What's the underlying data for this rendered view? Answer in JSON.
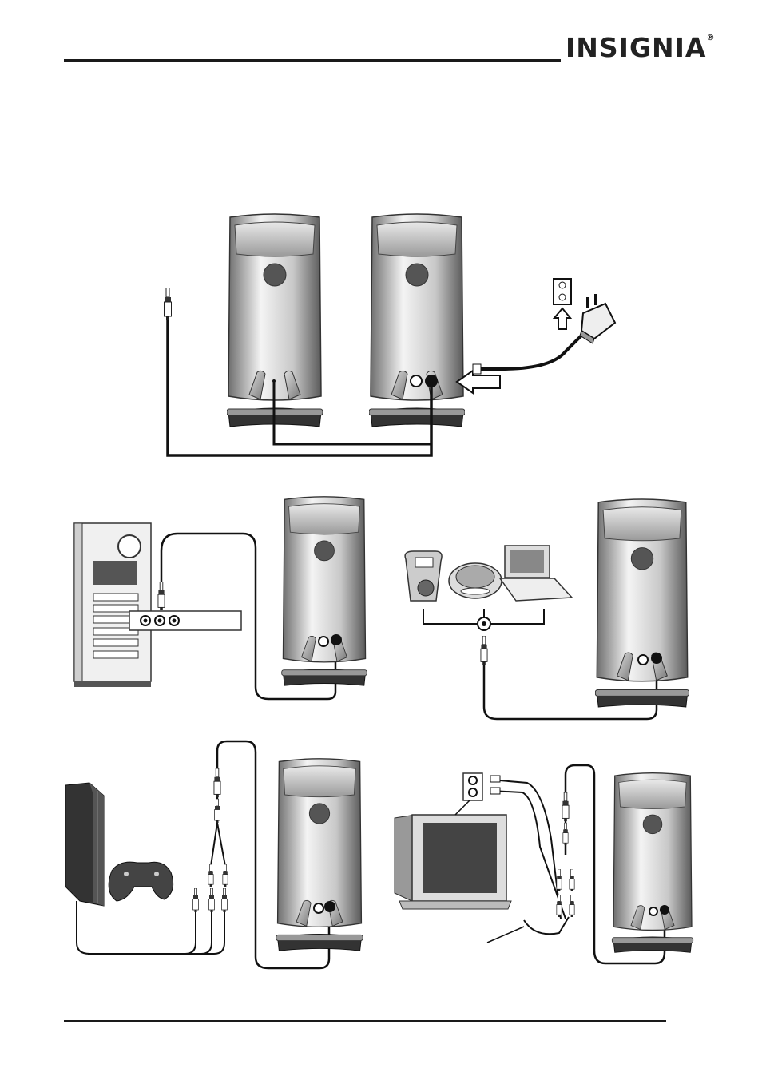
{
  "header": {
    "brand": "INSIGNIA",
    "trademark": "®"
  },
  "panels": {
    "setup": {
      "speakers": 2,
      "jack_label": ""
    },
    "pc": {
      "device": "desktop-computer"
    },
    "portable": {
      "devices": [
        "mp3-player",
        "cd-player",
        "portable-dvd"
      ]
    },
    "console": {
      "device": "game-console"
    },
    "tv": {
      "device": "television"
    }
  }
}
